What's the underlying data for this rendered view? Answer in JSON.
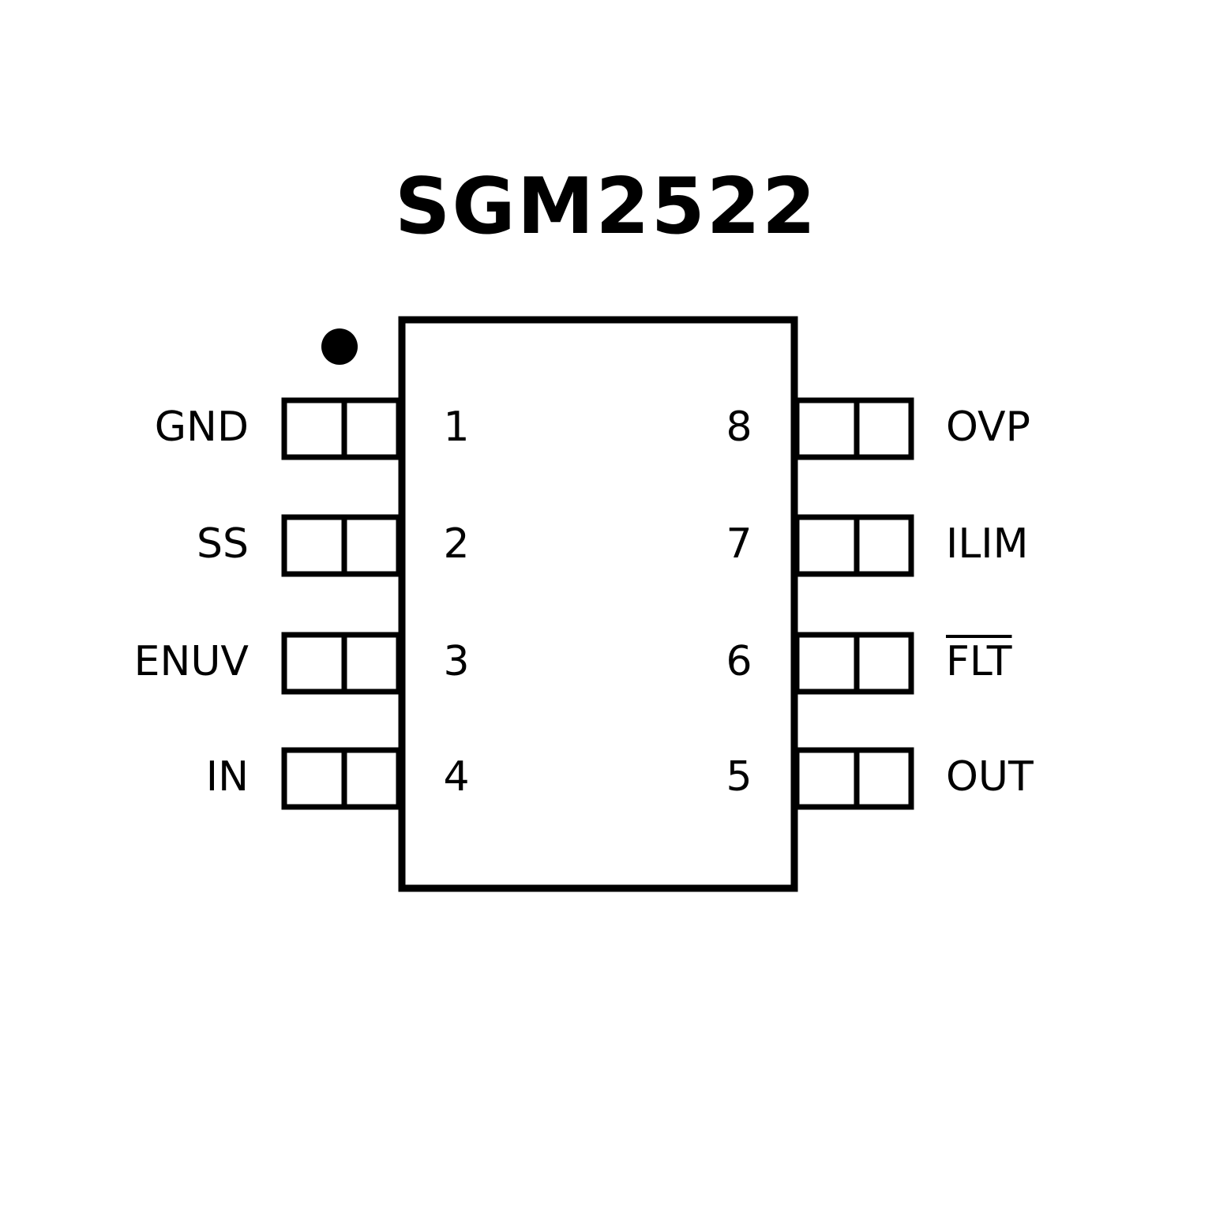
{
  "title": "SGM2522",
  "pins_left": [
    {
      "number": "1",
      "name": "GND",
      "active_low": false
    },
    {
      "number": "2",
      "name": "SS",
      "active_low": false
    },
    {
      "number": "3",
      "name": "ENUV",
      "active_low": false
    },
    {
      "number": "4",
      "name": "IN",
      "active_low": false
    }
  ],
  "pins_right": [
    {
      "number": "8",
      "name": "OVP",
      "active_low": false
    },
    {
      "number": "7",
      "name": "ILIM",
      "active_low": false
    },
    {
      "number": "6",
      "name": "FLT",
      "active_low": true
    },
    {
      "number": "5",
      "name": "OUT",
      "active_low": false
    }
  ],
  "pin1_marker": "dot"
}
